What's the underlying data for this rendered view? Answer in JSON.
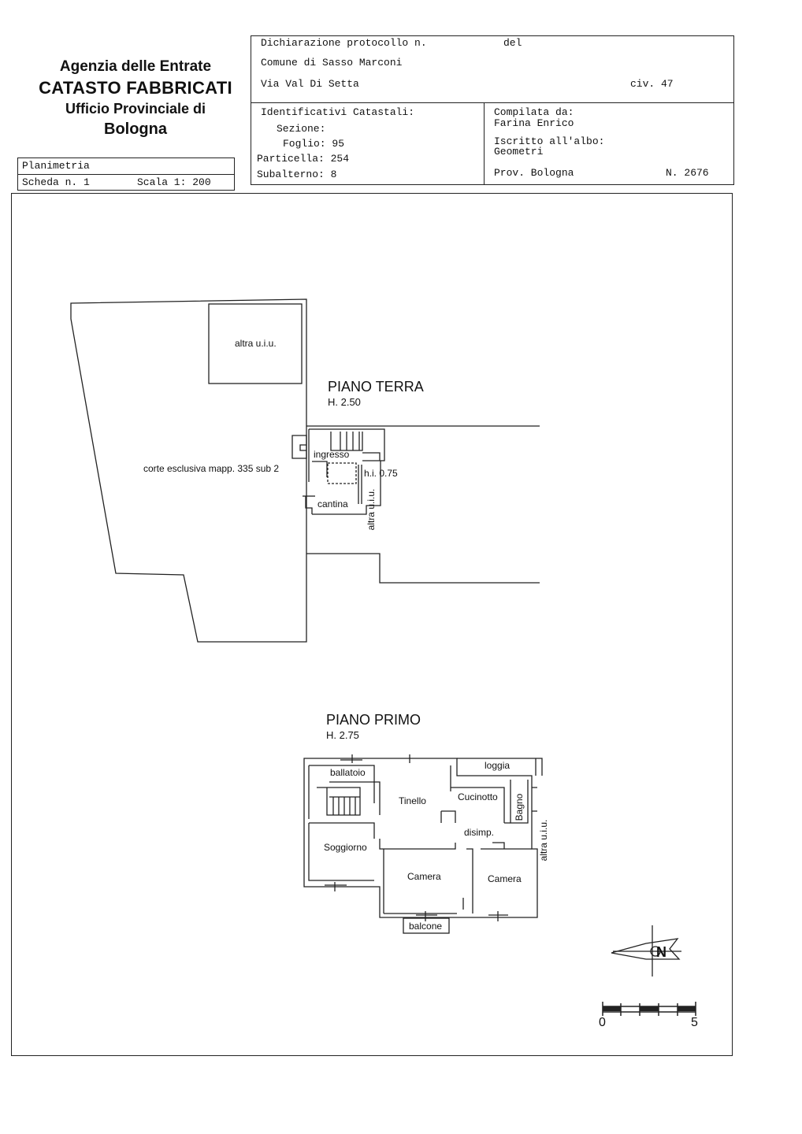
{
  "header": {
    "agency": "Agenzia delle Entrate",
    "catasto": "CATASTO FABBRICATI",
    "ufficio": "Ufficio Provinciale di",
    "citta": "Bologna"
  },
  "protocol": {
    "dichiarazione": "Dichiarazione protocollo n.",
    "del": "del",
    "comune": "Comune di Sasso Marconi",
    "via": "Via Val Di Setta",
    "civ": "civ. 47"
  },
  "identificativi": {
    "title": "Identificativi Catastali:",
    "sezione": "Sezione:",
    "foglio": "Foglio: 95",
    "particella": "Particella: 254",
    "subalterno": "Subalterno: 8"
  },
  "compilata": {
    "label": "Compilata da:",
    "name": "Farina Enrico",
    "iscritto": "Iscritto all'albo:",
    "albo": "Geometri",
    "prov": "Prov. Bologna",
    "numero": "N. 2676"
  },
  "planimetria": {
    "title": "Planimetria",
    "scheda": "Scheda n. 1",
    "scala": "Scala 1: 200"
  },
  "piano_terra": {
    "title": "PIANO TERRA",
    "height": "H. 2.50",
    "altra_uiu": "altra u.i.u.",
    "corte": "corte esclusiva mapp. 335 sub 2",
    "ingresso": "ingresso",
    "hi": "h.i. 0.75",
    "cantina": "cantina",
    "altra_uiu_vertical": "altra u.i.u."
  },
  "piano_primo": {
    "title": "PIANO PRIMO",
    "height": "H. 2.75",
    "ballatoio": "ballatoio",
    "loggia": "loggia",
    "tinello": "Tinello",
    "cucinotto": "Cucinotto",
    "bagno": "Bagno",
    "disimp": "disimp.",
    "soggiorno": "Soggiorno",
    "camera1": "Camera",
    "camera2": "Camera",
    "balcone": "balcone",
    "altra_uiu_vertical": "altra u.i.u."
  },
  "compass": {
    "letter": "N"
  },
  "scale_bar": {
    "start": "0",
    "end": "5"
  }
}
